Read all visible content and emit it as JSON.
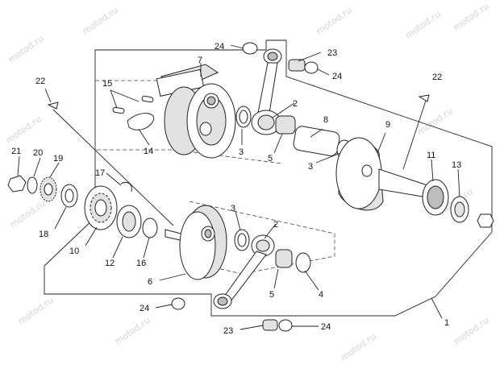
{
  "watermark": "motod.ru",
  "callouts": [
    {
      "id": "c1",
      "label": "1"
    },
    {
      "id": "c2a",
      "label": "2"
    },
    {
      "id": "c2b",
      "label": "2"
    },
    {
      "id": "c3a",
      "label": "3"
    },
    {
      "id": "c3b",
      "label": "3"
    },
    {
      "id": "c3c",
      "label": "3"
    },
    {
      "id": "c4",
      "label": "4"
    },
    {
      "id": "c5a",
      "label": "5"
    },
    {
      "id": "c5b",
      "label": "5"
    },
    {
      "id": "c6",
      "label": "6"
    },
    {
      "id": "c7",
      "label": "7"
    },
    {
      "id": "c8",
      "label": "8"
    },
    {
      "id": "c9",
      "label": "9"
    },
    {
      "id": "c10",
      "label": "10"
    },
    {
      "id": "c11",
      "label": "11"
    },
    {
      "id": "c12",
      "label": "12"
    },
    {
      "id": "c13",
      "label": "13"
    },
    {
      "id": "c14",
      "label": "14"
    },
    {
      "id": "c15",
      "label": "15"
    },
    {
      "id": "c16",
      "label": "16"
    },
    {
      "id": "c17",
      "label": "17"
    },
    {
      "id": "c18",
      "label": "18"
    },
    {
      "id": "c19",
      "label": "19"
    },
    {
      "id": "c20",
      "label": "20"
    },
    {
      "id": "c21",
      "label": "21"
    },
    {
      "id": "c22a",
      "label": "22"
    },
    {
      "id": "c22b",
      "label": "22"
    },
    {
      "id": "c23a",
      "label": "23"
    },
    {
      "id": "c23b",
      "label": "23"
    },
    {
      "id": "c24a",
      "label": "24"
    },
    {
      "id": "c24b",
      "label": "24"
    },
    {
      "id": "c24c",
      "label": "24"
    },
    {
      "id": "c24d",
      "label": "24"
    }
  ]
}
